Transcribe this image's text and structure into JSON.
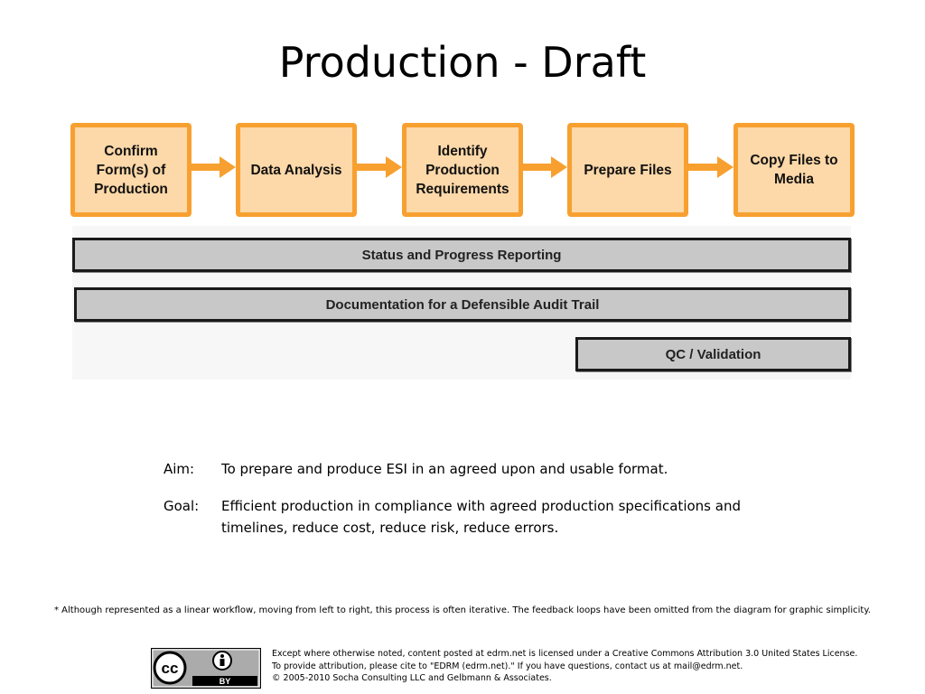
{
  "title": "Production - Draft",
  "steps": [
    {
      "label": "Confirm Form(s) of Production"
    },
    {
      "label": "Data Analysis"
    },
    {
      "label": "Identify Production Requirements"
    },
    {
      "label": "Prepare Files"
    },
    {
      "label": "Copy Files to Media"
    }
  ],
  "bars": {
    "status": "Status and Progress Reporting",
    "documentation": "Documentation for a Defensible Audit Trail",
    "qc": "QC / Validation"
  },
  "aim": {
    "label": "Aim:",
    "text": "To prepare and produce ESI in an agreed upon and usable format."
  },
  "goal": {
    "label": "Goal:",
    "text": "Efficient production in compliance with agreed production specifications and timelines, reduce cost, reduce risk, reduce errors."
  },
  "footnote": "* Although represented as a linear workflow, moving from left to right, this process is often iterative. The feedback loops have been omitted from the diagram for graphic simplicity.",
  "license": {
    "line1": "Except where otherwise noted, content posted at edrm.net is licensed under a Creative Commons Attribution 3.0 United States License.",
    "line2": "To provide attribution, please cite to \"EDRM (edrm.net).\" If you have questions, contact us at mail@edrm.net.",
    "line3": "© 2005-2010 Socha Consulting LLC and Gelbmann & Associates.",
    "badge_text": "BY"
  },
  "colors": {
    "step_fill": "#fdd8a8",
    "step_border": "#f7a030",
    "bar_fill": "#c8c8c8"
  }
}
